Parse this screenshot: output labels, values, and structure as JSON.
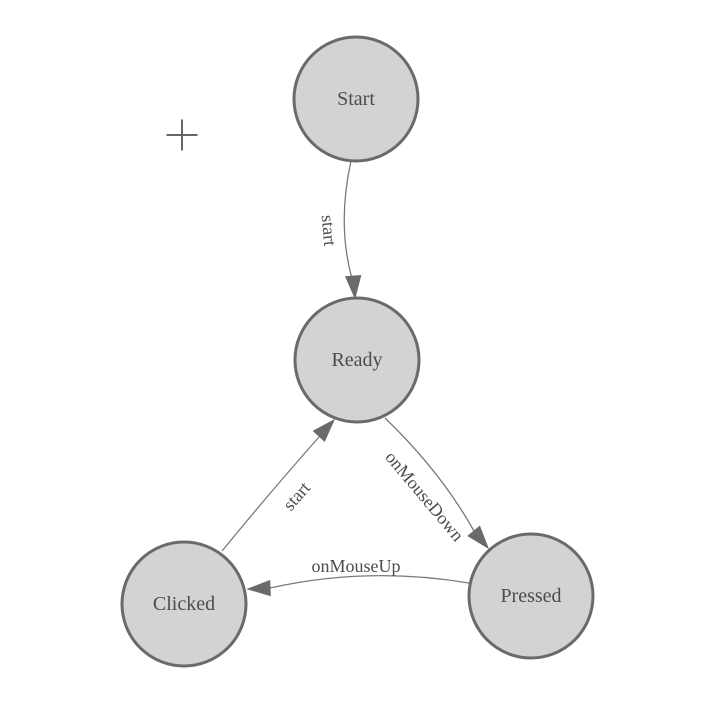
{
  "diagram": {
    "nodes": [
      {
        "id": "start",
        "label": "Start"
      },
      {
        "id": "ready",
        "label": "Ready"
      },
      {
        "id": "clicked",
        "label": "Clicked"
      },
      {
        "id": "pressed",
        "label": "Pressed"
      }
    ],
    "edges": [
      {
        "from": "start",
        "to": "ready",
        "label": "start"
      },
      {
        "from": "clicked",
        "to": "ready",
        "label": "start"
      },
      {
        "from": "ready",
        "to": "pressed",
        "label": "onMouseDown"
      },
      {
        "from": "pressed",
        "to": "clicked",
        "label": "onMouseUp"
      }
    ]
  },
  "icons": {
    "crosshair": "plus-crosshair-icon"
  },
  "colors": {
    "canvas_bg": "#ffffff",
    "node_fill": "#d3d3d3",
    "node_border": "#6a6a6a",
    "edge_line": "#7a7a7a",
    "arrowhead": "#6a6a6a",
    "label_text": "#4c4c4c",
    "crosshair": "#666666"
  }
}
